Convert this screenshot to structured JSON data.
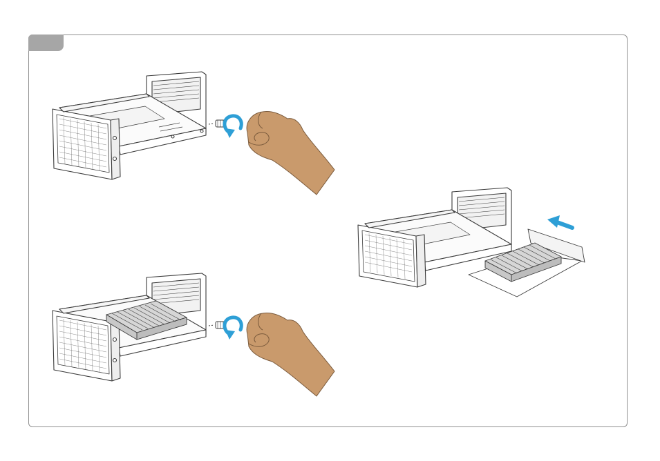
{
  "step_badge": {
    "label": ""
  },
  "colors": {
    "frame": "#8f8f8f",
    "badge": "#a6a6a6",
    "arrow": "#2e9fd6",
    "hand_fill": "#c99a6c",
    "hand_stroke": "#7a5a3c",
    "line_art": "#3a3a3a"
  },
  "panels": [
    {
      "name": "remove-screw-empty-case",
      "icons": [
        "case-icon",
        "screw-icon",
        "counterclockwise-arrow-icon",
        "hand-icon"
      ]
    },
    {
      "name": "remove-screw-card-installed",
      "icons": [
        "case-icon",
        "graphics-card-icon",
        "screw-icon",
        "counterclockwise-arrow-icon",
        "hand-icon"
      ]
    },
    {
      "name": "insert-graphics-card",
      "icons": [
        "case-icon",
        "graphics-card-icon",
        "insert-arrow-icon"
      ]
    }
  ]
}
